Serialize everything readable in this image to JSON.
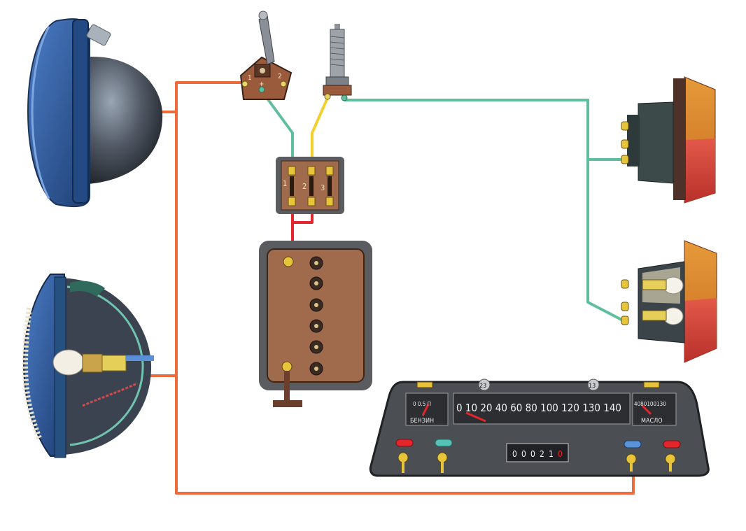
{
  "headlamp_switch": {
    "pin1": "1",
    "pin2": "2",
    "center": "+"
  },
  "fuse_box": {
    "terminals": [
      "1",
      "2",
      "3"
    ]
  },
  "instrument_cluster": {
    "fuel_gauge": {
      "scale": "0 0.5 П",
      "label": "БЕНЗИН"
    },
    "speedometer_scale": "0 10 20 40 60 80 100 120 130 140",
    "oil_gauge": {
      "scale": "4080100130",
      "label": "МАСЛО"
    },
    "odometer_digits": [
      "0",
      "0",
      "0",
      "2",
      "1",
      "0"
    ],
    "top_markers": [
      "23",
      "13"
    ]
  },
  "colors": {
    "wire_orange": "#ee6a3a",
    "wire_green": "#5fbf9c",
    "wire_yellow": "#f2cf2a",
    "wire_red": "#e2262c",
    "wire_purple": "#b23fd0",
    "fuse_body": "#a06a4c",
    "fuse_frame": "#5d5d5d",
    "dashboard": "#4b4e53",
    "headlamp_blue": "#2f5b9a"
  }
}
